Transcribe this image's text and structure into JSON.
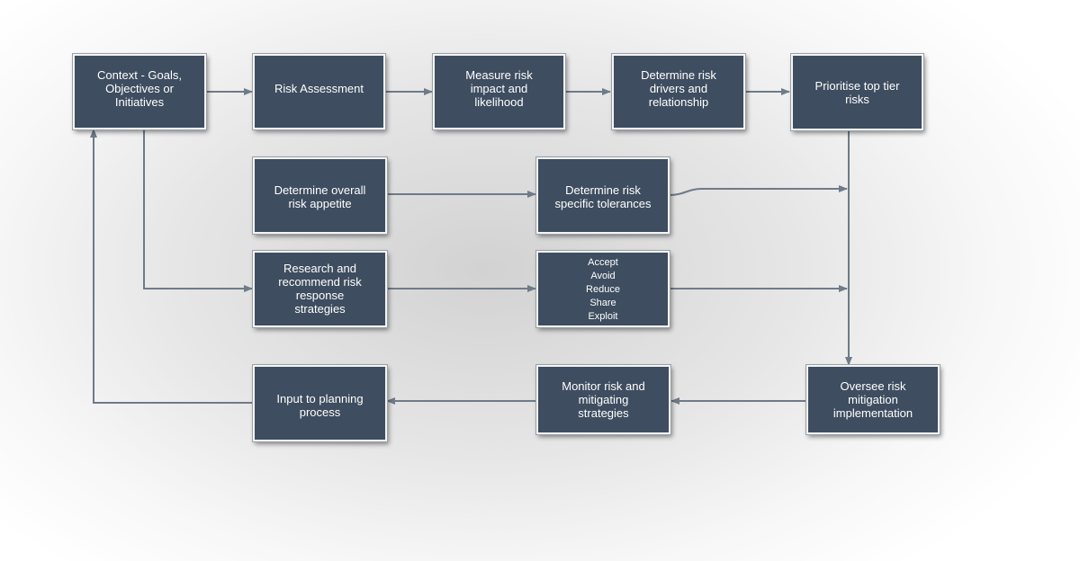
{
  "diagram": {
    "nodes": {
      "context": {
        "label": "Context - Goals,\nObjectives or\nInitiatives"
      },
      "risk_assessment": {
        "label": "Risk Assessment"
      },
      "measure_risk": {
        "label": "Measure risk\nimpact and\nlikelihood"
      },
      "risk_drivers": {
        "label": "Determine risk\ndrivers and\nrelationship"
      },
      "prioritise": {
        "label": "Prioritise top tier\nrisks"
      },
      "risk_appetite": {
        "label": "Determine overall\nrisk appetite"
      },
      "risk_tolerances": {
        "label": "Determine risk\nspecific tolerances"
      },
      "research_strategies": {
        "label": "Research and\nrecommend risk\nresponse\nstrategies"
      },
      "response_options": {
        "label": "Accept\nAvoid\nReduce\nShare\nExploit"
      },
      "oversee": {
        "label": "Oversee risk\nmitigation\nimplementation"
      },
      "monitor": {
        "label": "Monitor risk and\nmitigating\nstrategies"
      },
      "planning_input": {
        "label": "Input to planning\nprocess"
      }
    },
    "colors": {
      "node_fill": "#3e4d5f",
      "node_border": "#f4f4f4",
      "connector": "#6e7b88",
      "text": "#ffffff"
    }
  }
}
